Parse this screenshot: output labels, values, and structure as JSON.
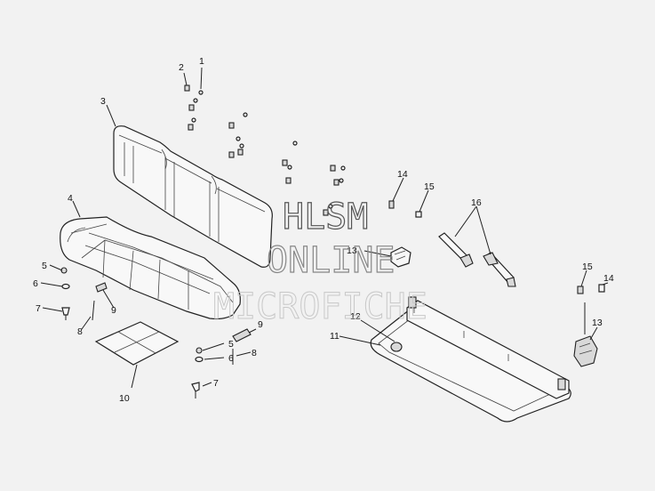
{
  "callouts": {
    "c1": "1",
    "c2": "2",
    "c3": "3",
    "c4": "4",
    "c5a": "5",
    "c5b": "5",
    "c6a": "6",
    "c6b": "6",
    "c7a": "7",
    "c7b": "7",
    "c8a": "8",
    "c8b": "8",
    "c9a": "9",
    "c9b": "9",
    "c10": "10",
    "c11": "11",
    "c12": "12",
    "c13a": "13",
    "c13b": "13",
    "c14a": "14",
    "c14b": "14",
    "c15a": "15",
    "c15b": "15",
    "c16": "16"
  },
  "watermark": {
    "line1": "HLSM",
    "line2": "ONLINE",
    "line3": "MICROFICHE"
  }
}
